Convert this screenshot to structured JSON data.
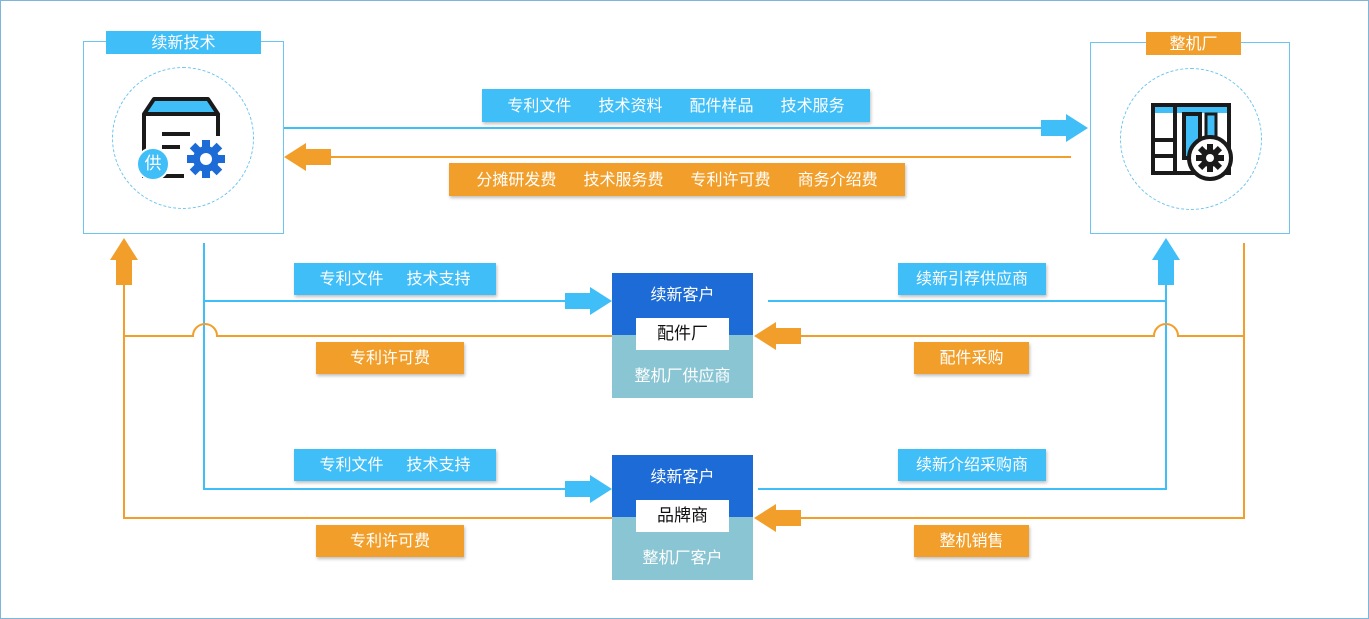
{
  "supplier": {
    "title": "续新技术",
    "badge": "供"
  },
  "factory": {
    "title": "整机厂"
  },
  "top_flow": {
    "to_factory": [
      "专利文件",
      "技术资料",
      "配件样品",
      "技术服务"
    ],
    "to_supplier": [
      "分摊研发费",
      "技术服务费",
      "专利许可费",
      "商务介绍费"
    ]
  },
  "node1": {
    "top": "续新客户",
    "mid": "配件厂",
    "bottom": "整机厂供应商"
  },
  "node2": {
    "top": "续新客户",
    "mid": "品牌商",
    "bottom": "整机厂客户"
  },
  "flow1": {
    "left_blue": [
      "专利文件",
      "技术支持"
    ],
    "left_orange": "专利许可费",
    "right_blue": "续新引荐供应商",
    "right_orange": "配件采购"
  },
  "flow2": {
    "left_blue": [
      "专利文件",
      "技术支持"
    ],
    "left_orange": "专利许可费",
    "right_blue": "续新介绍采购商",
    "right_orange": "整机销售"
  },
  "colors": {
    "blue": "#3fbef8",
    "orange": "#f19f2a",
    "dark_blue": "#1c6bd6",
    "teal": "#8ac5d4"
  }
}
